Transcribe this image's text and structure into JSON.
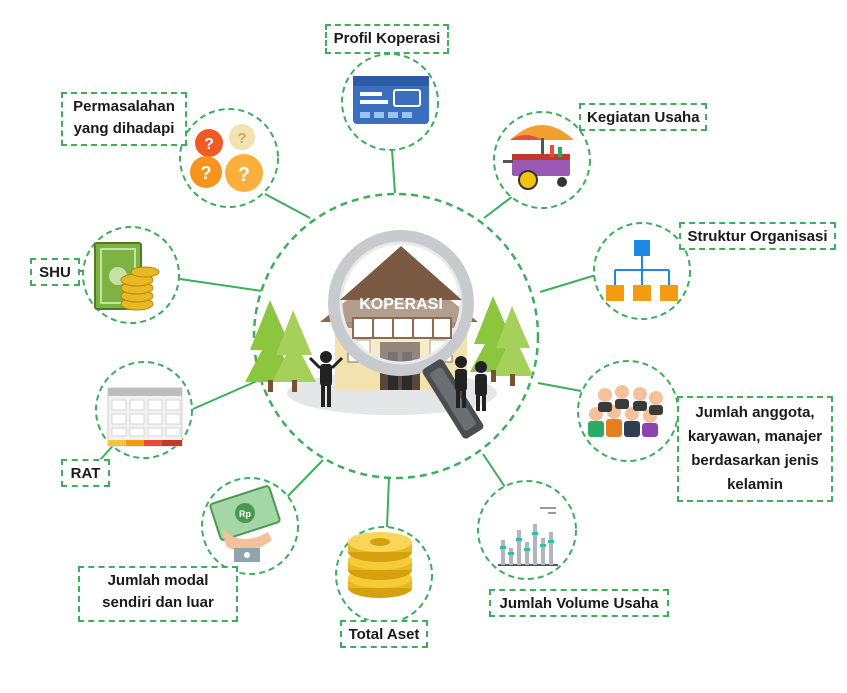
{
  "center": {
    "sign_text": "KOPERASI"
  },
  "accent_color": "#3cae5c",
  "nodes": {
    "profil": {
      "label": "Profil Koperasi",
      "icon": "id-card-icon"
    },
    "kegiatan": {
      "label": "Kegiatan Usaha",
      "icon": "food-cart-icon"
    },
    "struktur": {
      "label": "Struktur Organisasi",
      "icon": "org-chart-icon"
    },
    "anggota": {
      "label_lines": [
        "Jumlah anggota,",
        "karyawan, manajer",
        "berdasarkan jenis",
        "kelamin"
      ],
      "icon": "people-group-icon"
    },
    "volume": {
      "label": "Jumlah Volume Usaha",
      "icon": "bar-chart-icon"
    },
    "aset": {
      "label": "Total Aset",
      "icon": "coins-icon"
    },
    "modal": {
      "label_lines": [
        "Jumlah modal",
        "sendiri dan luar"
      ],
      "icon": "money-hand-icon"
    },
    "rat": {
      "label": "RAT",
      "icon": "calendar-icon"
    },
    "shu": {
      "label": "SHU",
      "icon": "cash-coins-icon"
    },
    "permasalahan": {
      "label_lines": [
        "Permasalahan",
        "yang dihadapi"
      ],
      "icon": "question-bubbles-icon"
    }
  }
}
